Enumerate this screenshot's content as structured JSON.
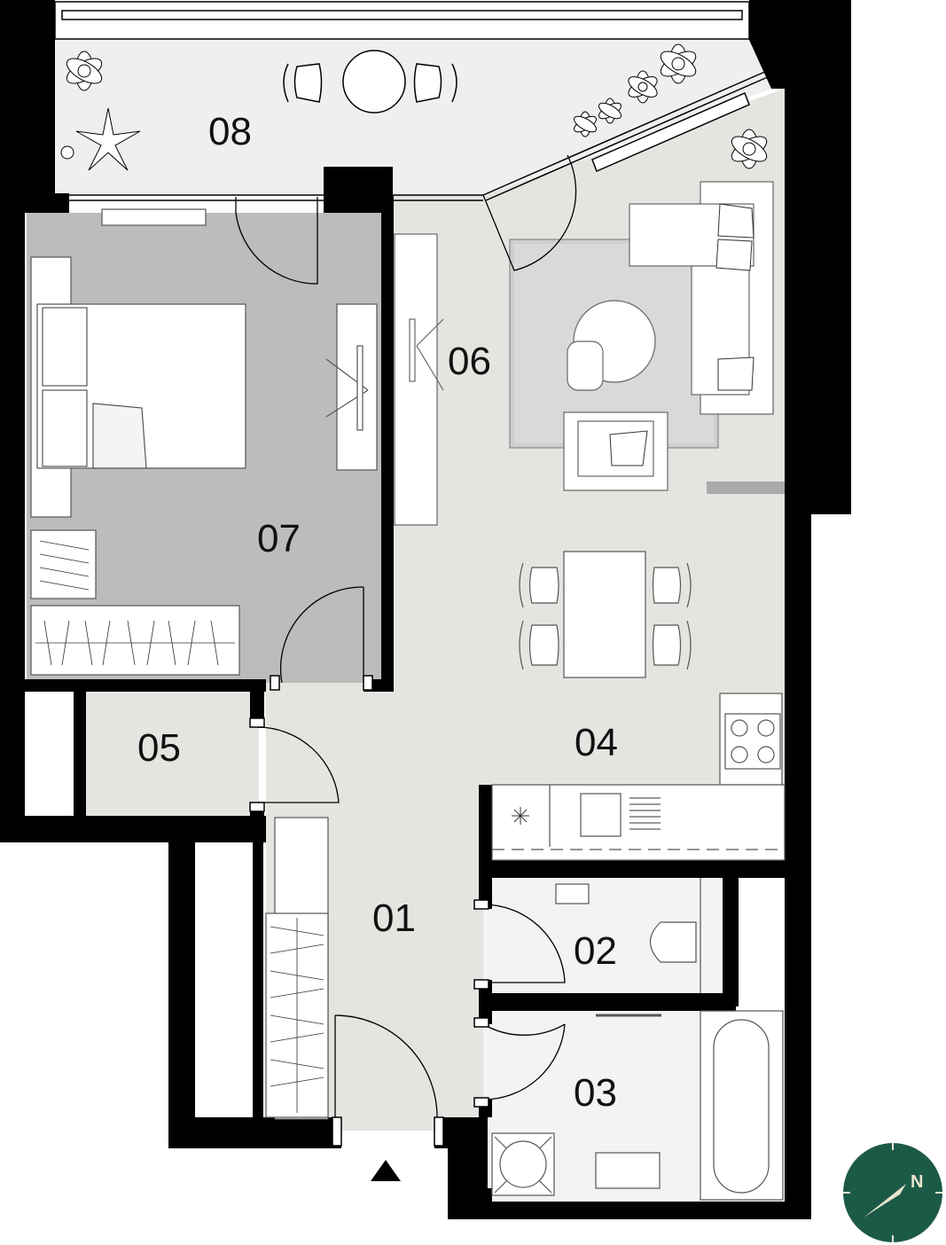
{
  "rooms": {
    "r01": "01",
    "r02": "02",
    "r03": "03",
    "r04": "04",
    "r05": "05",
    "r06": "06",
    "r07": "07",
    "r08": "08"
  },
  "compass": {
    "letter": "N",
    "color": "#1c5a48",
    "arrow_color": "#e8e6cf"
  },
  "colors": {
    "wall": "#000000",
    "floor_light": "#e4e4e0",
    "bedroom_floor": "#bcbcbc",
    "wet_room_floor": "#f2f2f2",
    "terrace_floor": "#f0f0f0"
  }
}
